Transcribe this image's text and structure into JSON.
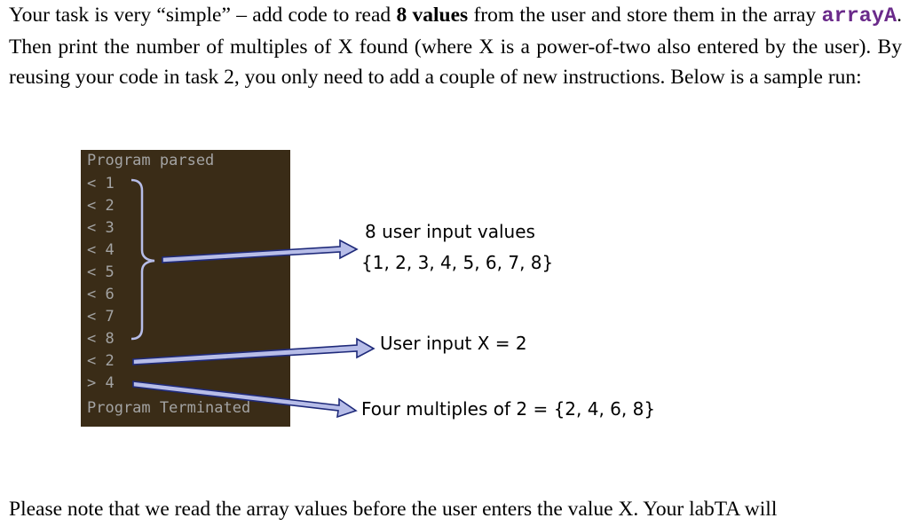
{
  "intro": {
    "part1": "Your task is very “simple” – add code to read ",
    "bold_values": "8 values",
    "part2": " from the user and store them in the array ",
    "array_name": "arrayA",
    "part3": ". Then print the number of multiples of X found (where X is a power-of-two also entered by the user). By reusing your code in task 2, you only need to add a couple of new instructions. Below is a sample run:"
  },
  "terminal": {
    "lines": [
      "Program parsed",
      "< 1",
      "< 2",
      "< 3",
      "< 4",
      "< 5",
      "< 6",
      "< 7",
      "< 8",
      "< 2",
      "> 4",
      "Program Terminated"
    ]
  },
  "callouts": {
    "input_values_title": "8 user input values",
    "input_values_set": "{1, 2, 3, 4, 5, 6, 7, 8}",
    "user_x": "User input X = 2",
    "multiples": "Four multiples of 2 = {2, 4, 6, 8}"
  },
  "footer": {
    "text": "Please note that we read the array values before the user enters the value X. Your labTA will"
  },
  "colors": {
    "terminal_bg": "#3a2c17",
    "terminal_text": "#a3a3a3",
    "arrow_fill": "#b7bde8",
    "arrow_stroke": "#1f2a7a",
    "array_name": "#6a2a8a"
  }
}
